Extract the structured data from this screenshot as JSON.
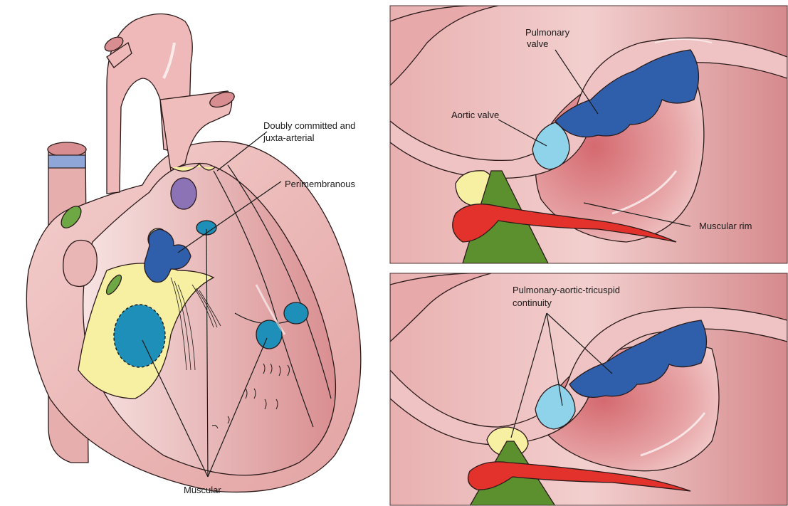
{
  "labels": {
    "doubly_committed_line1": "Doubly committed and",
    "doubly_committed_line2": "juxta-arterial",
    "perimembranous": "Perimembranous",
    "muscular": "Muscular",
    "pulmonary_valve_line1": "Pulmonary",
    "pulmonary_valve_line2": "valve",
    "aortic_valve": "Aortic valve",
    "muscular_rim": "Muscular rim",
    "pat_continuity_line1": "Pulmonary-aortic-tricuspid",
    "pat_continuity_line2": "continuity"
  },
  "colors": {
    "tissue": "#e9b3b2",
    "tissue_light": "#f6dcdb",
    "tissue_dark": "#c96f72",
    "lumen": "#d58c8e",
    "purple": "#8b73b6",
    "teal": "#1e8fb8",
    "dark_blue": "#2f5fab",
    "light_blue": "#8fd3ea",
    "light_green": "#b9d8a3",
    "green": "#6ea845",
    "dark_green": "#5c8f2e",
    "yellow": "#f7f0a2",
    "red": "#e3312b",
    "vessel_band": "#8ea6d8",
    "panel_border": "#4a3030"
  }
}
